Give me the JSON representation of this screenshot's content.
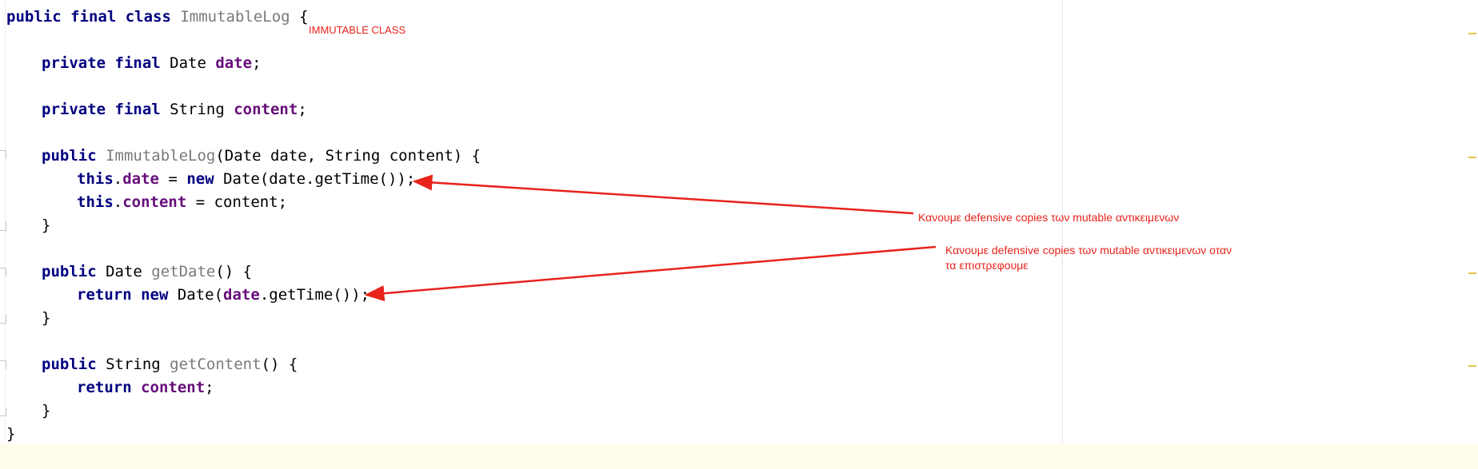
{
  "colors": {
    "keyword": "#000080",
    "field": "#660e7a",
    "method_decl": "#7a7a7a",
    "annotation": "#e8231c",
    "current_line_bg": "#fefcea",
    "scroll_marker": "#e8c34a"
  },
  "code": {
    "l1": {
      "kw": "public final class ",
      "name": "ImmutableLog",
      "rest": " {"
    },
    "l2": {
      "kw": "private final ",
      "type": "Date ",
      "field": "date",
      "rest": ";"
    },
    "l3": {
      "kw": "private final ",
      "type": "String ",
      "field": "content",
      "rest": ";"
    },
    "l4": {
      "kw": "public ",
      "name": "ImmutableLog",
      "rest": "(Date date, String content) {"
    },
    "l5": {
      "kw": "this",
      "dot": ".",
      "field": "date",
      "mid": " = ",
      "kw2": "new",
      "rest": " Date(date.getTime());"
    },
    "l6": {
      "kw": "this",
      "dot": ".",
      "field": "content",
      "rest": " = content;"
    },
    "l7": {
      "text": "}"
    },
    "l8": {
      "kw": "public ",
      "type": "Date ",
      "name": "getDate",
      "rest": "() {"
    },
    "l9": {
      "kw": "return ",
      "kw2": "new",
      "mid": " Date(",
      "field": "date",
      "rest": ".getTime());"
    },
    "l10": {
      "text": "}"
    },
    "l11": {
      "kw": "public ",
      "type": "String ",
      "name": "getContent",
      "rest": "() {"
    },
    "l12": {
      "kw": "return ",
      "field": "content",
      "rest": ";"
    },
    "l13": {
      "text": "}"
    },
    "l14": {
      "text": "}"
    }
  },
  "annotations": {
    "class_label": "IMMUTABLE CLASS",
    "note1": "Κανουμε defensive copies των mutable αντικειμενων",
    "note2_line1": "Κανουμε defensive copies των mutable αντικειμενων οταν",
    "note2_line2": "τα επιστρεφουμε"
  }
}
